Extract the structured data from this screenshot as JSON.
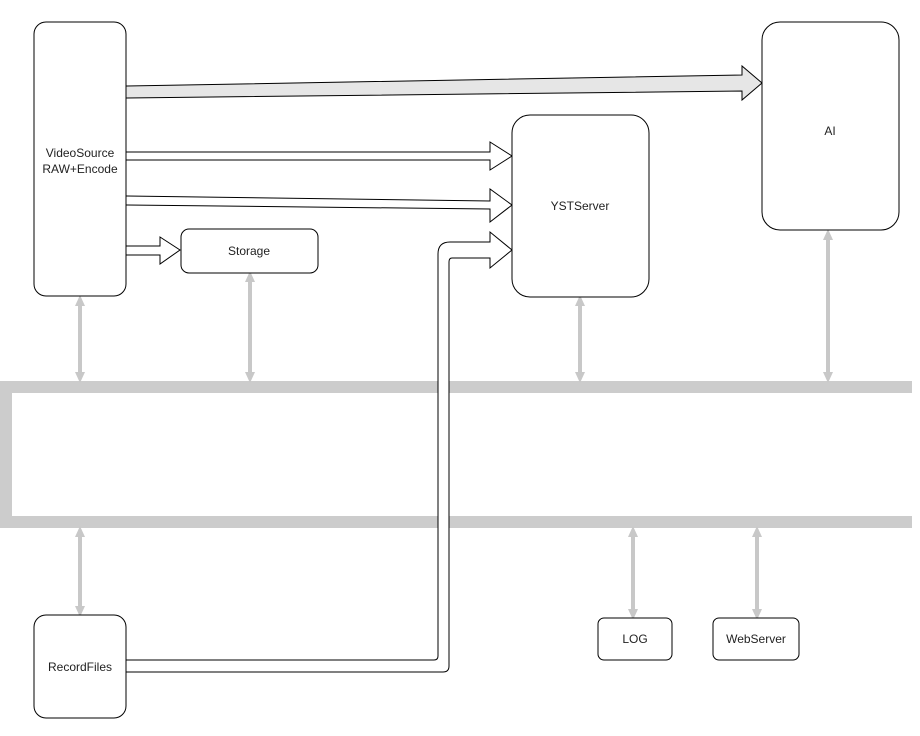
{
  "nodes": {
    "videosource": {
      "line1": "VideoSource",
      "line2": "RAW+Encode"
    },
    "storage": {
      "label": "Storage"
    },
    "ystserver": {
      "label": "YSTServer"
    },
    "ai": {
      "label": "AI"
    },
    "recordfiles": {
      "label": "RecordFiles"
    },
    "log": {
      "label": "LOG"
    },
    "webserver": {
      "label": "WebServer"
    }
  },
  "colors": {
    "box_stroke": "#000000",
    "bus": "#cccccc",
    "connector": "#c8c8c8",
    "flow_fill_light": "#e6e6e6",
    "flow_fill": "#ffffff"
  }
}
